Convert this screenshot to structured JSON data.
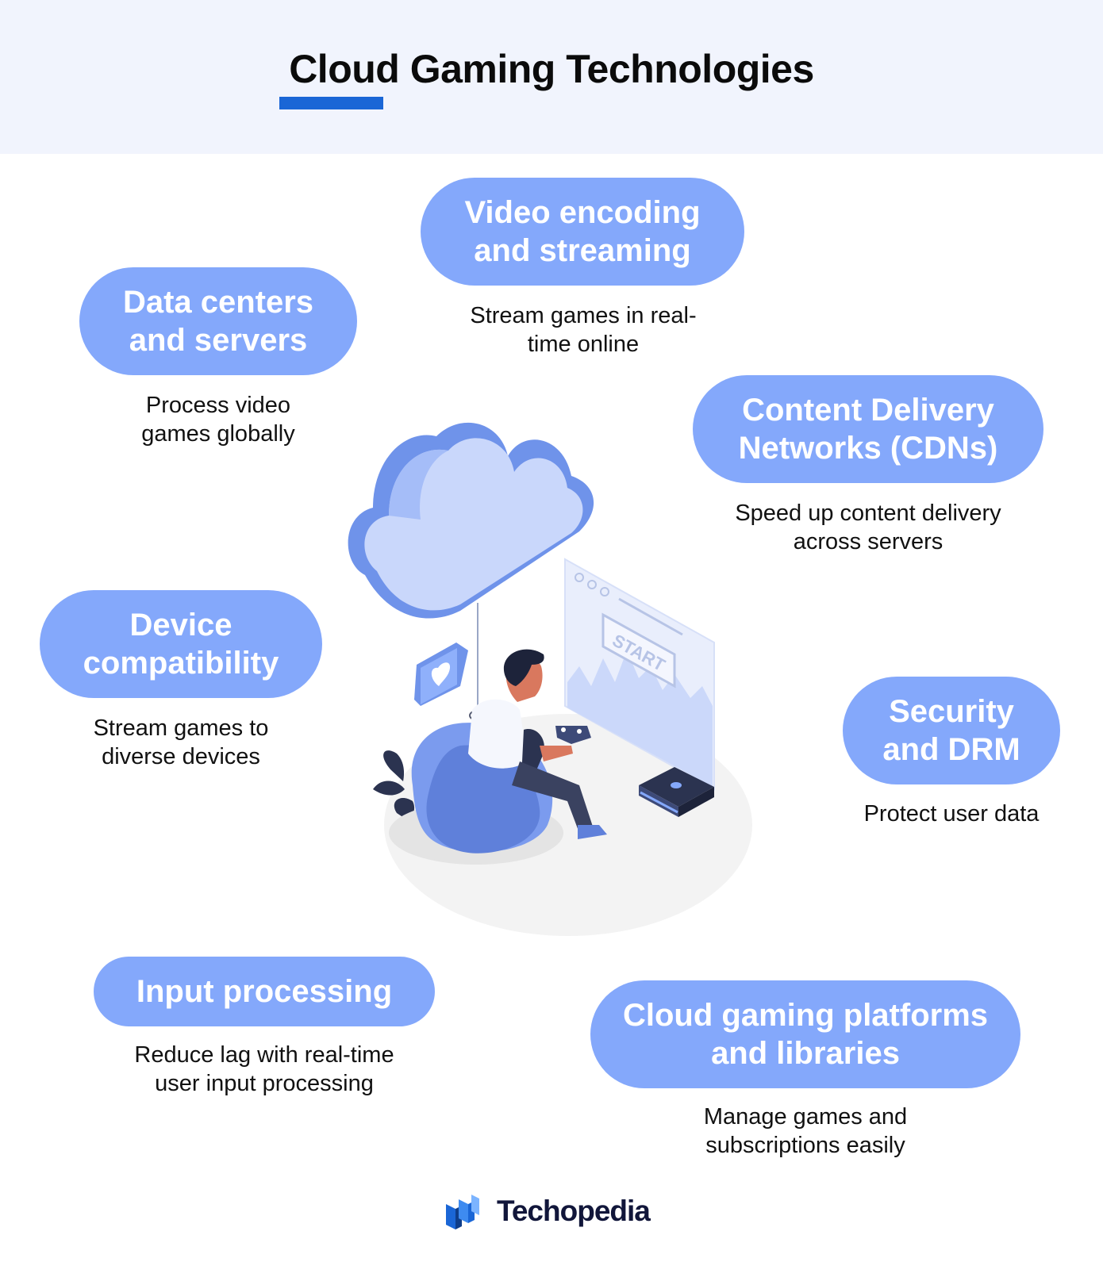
{
  "title": "Cloud Gaming Technologies",
  "colors": {
    "accent": "#1a66d6",
    "pill": "#84a8fb",
    "header_bg": "#f1f4fd"
  },
  "items": [
    {
      "name": "Video encoding and streaming",
      "description": "Stream games in real-time online"
    },
    {
      "name": "Data centers and servers",
      "description": "Process video games globally"
    },
    {
      "name": "Content Delivery Networks (CDNs)",
      "description": "Speed up content delivery across servers"
    },
    {
      "name": "Device compatibility",
      "description": "Stream games to diverse devices"
    },
    {
      "name": "Security and DRM",
      "description": "Protect user data"
    },
    {
      "name": "Input processing",
      "description": "Reduce lag with real-time user input processing"
    },
    {
      "name": "Cloud gaming platforms and libraries",
      "description": "Manage games and subscriptions easily"
    }
  ],
  "illustration": {
    "screen_text": "START"
  },
  "brand": {
    "name": "Techopedia"
  }
}
